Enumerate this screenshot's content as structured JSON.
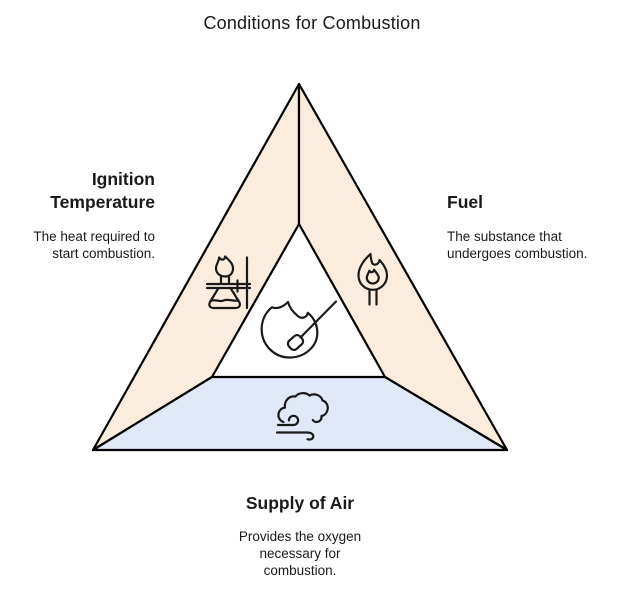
{
  "title": "Conditions for Combustion",
  "colors": {
    "ignition_fill": "#fbeddd",
    "fuel_fill": "#fbeddd",
    "air_fill": "#e1e8f8",
    "center_fill": "#ffffff",
    "outline": "#000000",
    "icon_stroke": "#1a1a1a",
    "text": "#1a1a1a"
  },
  "sections": {
    "ignition": {
      "heading": "Ignition\nTemperature",
      "description": "The heat required to\nstart combustion.",
      "icon": "lab-burner-icon"
    },
    "fuel": {
      "heading": "Fuel",
      "description": "The substance that\nundergoes combustion.",
      "icon": "flame-torch-icon"
    },
    "air": {
      "heading": "Supply of Air",
      "description": "Provides the oxygen\nnecessary for\ncombustion.",
      "icon": "wind-cloud-icon"
    },
    "center": {
      "icon": "match-flame-icon"
    }
  }
}
